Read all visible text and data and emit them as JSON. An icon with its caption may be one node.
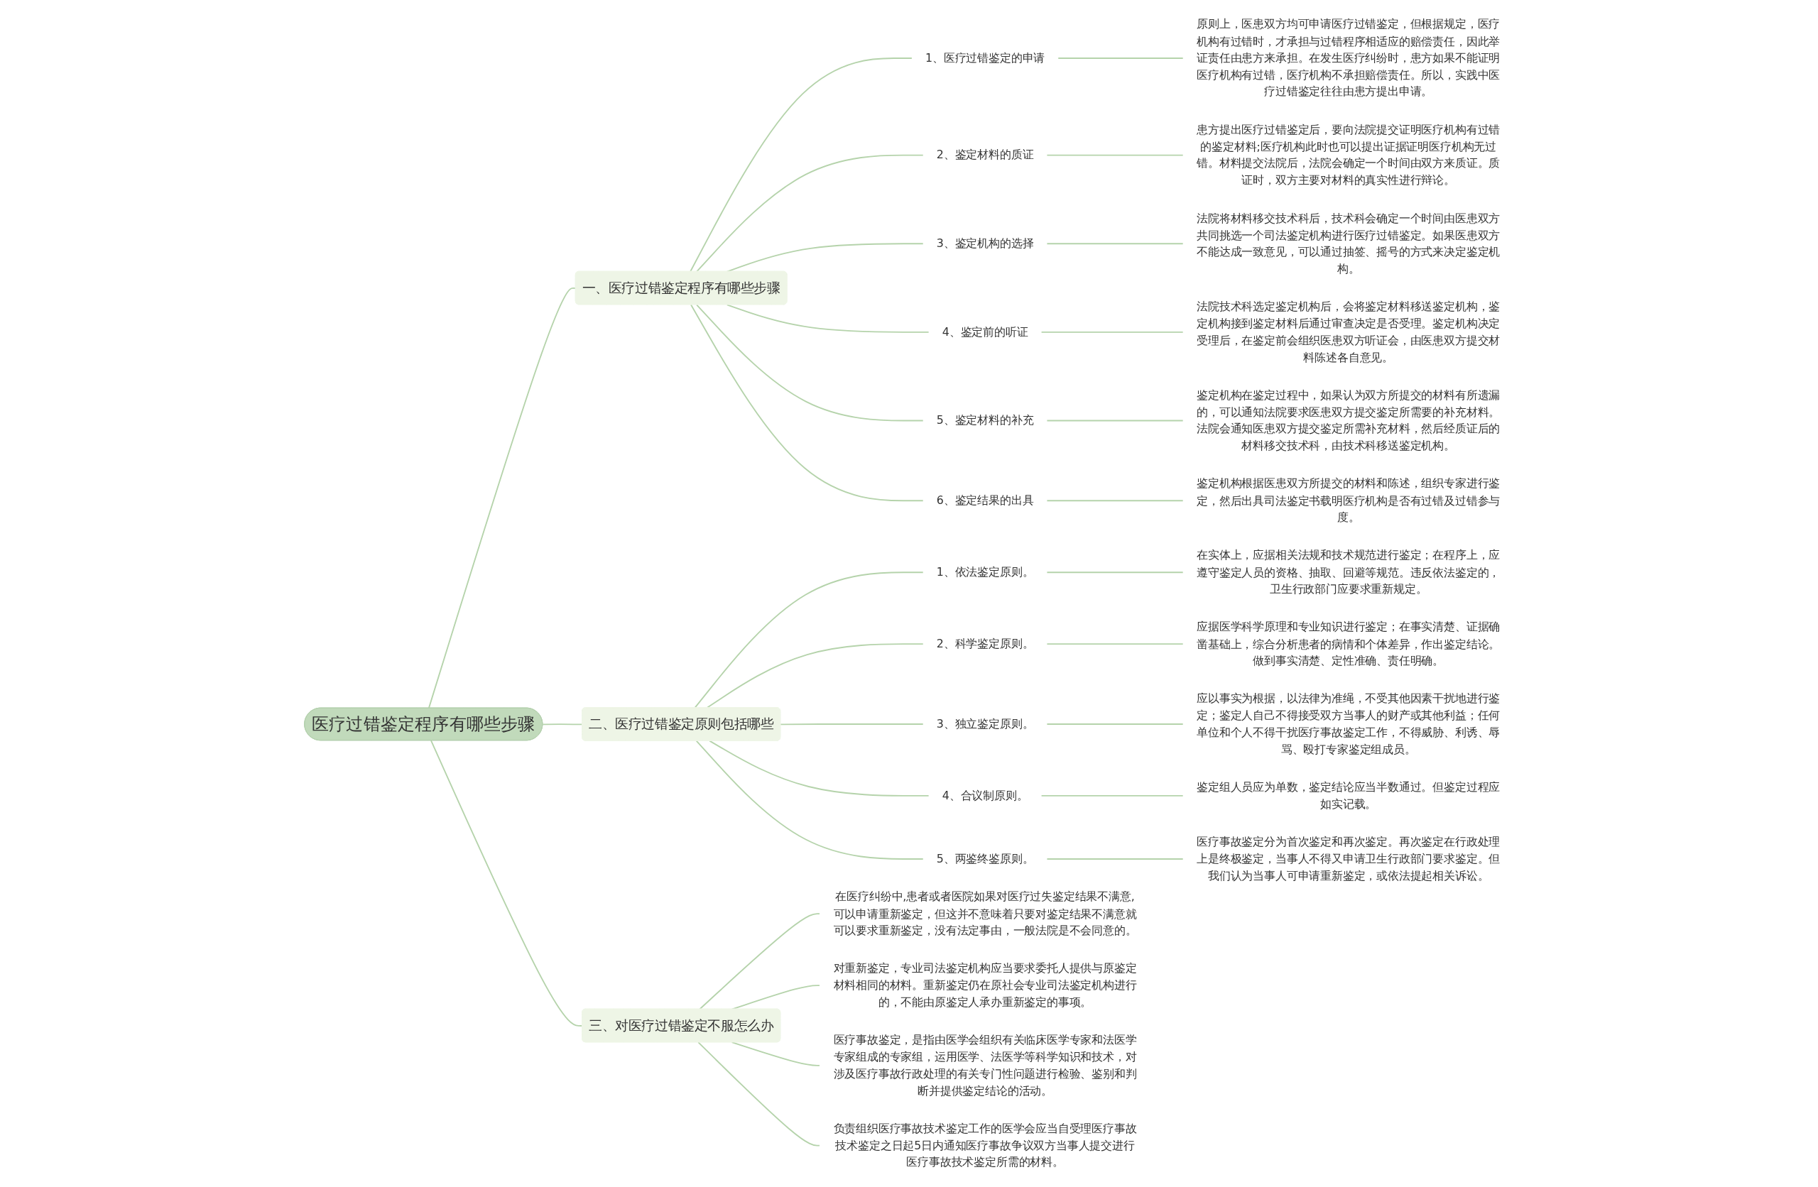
{
  "diagram": {
    "nodes": [
      {
        "text": [
          "医疗过错鉴定程序有哪些步骤"
        ]
      },
      {
        "text": [
          "一、医疗过错鉴定程序有哪些步骤"
        ]
      },
      {
        "text": [
          "1、医疗过错鉴定的申请"
        ]
      },
      {
        "text": [
          "原则上，医患双方均可申请医疗过错鉴定，但根据规定，医疗机构有过错时，才承担与过错程序相适应的赔偿责任，因此举证责任由患方来承担。在发生医疗纠纷时，患方如果不能证明医疗机构有过错，医疗机构不承担赔偿责任。所以，实践中医疗过错鉴定往往由患方提出申请。"
        ]
      },
      {
        "text": [
          "2、鉴定材料的质证"
        ]
      },
      {
        "text": [
          "患方提出医疗过错鉴定后，要向法院提交证明医疗机构有过错的鉴定材料;医疗机构此时也可以提出证据证明医疗机构无过错。材料提交法院后，法院会确定一个时间由双方来质证。质证时，双方主要对材料的真实性进行辩论。"
        ]
      },
      {
        "text": [
          "3、鉴定机构的选择"
        ]
      },
      {
        "text": [
          "法院将材料移交技术科后，技术科会确定一个时间由医患双方共同挑选一个司法鉴定机构进行医疗过错鉴定。如果医患双方不能达成一致意见，可以通过抽签、摇号的方式来决定鉴定机构。"
        ]
      },
      {
        "text": [
          "4、鉴定前的听证"
        ]
      },
      {
        "text": [
          "法院技术科选定鉴定机构后，会将鉴定材料移送鉴定机构，鉴定机构接到鉴定材料后通过审查决定是否受理。鉴定机构决定受理后，在鉴定前会组织医患双方听证会，由医患双方提交材料陈述各自意见。"
        ]
      },
      {
        "text": [
          "5、鉴定材料的补充"
        ]
      },
      {
        "text": [
          "鉴定机构在鉴定过程中，如果认为双方所提交的材料有所遗漏的，可以通知法院要求医患双方提交鉴定所需要的补充材料。法院会通知医患双方提交鉴定所需补充材料，然后经质证后的材料移交技术科，由技术科移送鉴定机构。"
        ]
      },
      {
        "text": [
          "6、鉴定结果的出具"
        ]
      },
      {
        "text": [
          "鉴定机构根据医患双方所提交的材料和陈述，组织专家进行鉴定，然后出具司法鉴定书载明医疗机构是否有过错及过错参与度。"
        ]
      },
      {
        "text": [
          "二、医疗过错鉴定原则包括哪些"
        ]
      },
      {
        "text": [
          "1、依法鉴定原则。"
        ]
      },
      {
        "text": [
          "在实体上，应据相关法规和技术规范进行鉴定；在程序上，应遵守鉴定人员的资格、抽取、回避等规范。违反依法鉴定的，卫生行政部门应要求重新规定。"
        ]
      },
      {
        "text": [
          "2、科学鉴定原则。"
        ]
      },
      {
        "text": [
          "应据医学科学原理和专业知识进行鉴定；在事实清楚、证据确凿基础上，综合分析患者的病情和个体差异，作出鉴定结论。做到事实清楚、定性准确、责任明确。"
        ]
      },
      {
        "text": [
          "3、独立鉴定原则。"
        ]
      },
      {
        "text": [
          "应以事实为根据，以法律为准绳，不受其他因素干扰地进行鉴定；鉴定人自己不得接受双方当事人的财产或其他利益；任何单位和个人不得干扰医疗事故鉴定工作，不得威胁、利诱、辱骂、殴打专家鉴定组成员。"
        ]
      },
      {
        "text": [
          "4、合议制原则。"
        ]
      },
      {
        "text": [
          "鉴定组人员应为单数，鉴定结论应当半数通过。但鉴定过程应如实记载。"
        ]
      },
      {
        "text": [
          "5、两鉴终鉴原则。"
        ]
      },
      {
        "text": [
          "医疗事故鉴定分为首次鉴定和再次鉴定。再次鉴定在行政处理上是终极鉴定，当事人不得又申请卫生行政部门要求鉴定。但我们认为当事人可申请重新鉴定，或依法提起相关诉讼。"
        ]
      },
      {
        "text": [
          "三、对医疗过错鉴定不服怎么办"
        ]
      },
      {
        "text": [
          "在医疗纠纷中,患者或者医院如果对医疗过失鉴定结果不满意,可以申请重新鉴定，但这并不意味着只要对鉴定结果不满意就可以要求重新鉴定，没有法定事由，一般法院是不会同意的。"
        ]
      },
      {
        "text": [
          "对重新鉴定，专业司法鉴定机构应当要求委托人提供与原鉴定材料相同的材料。重新鉴定仍在原社会专业司法鉴定机构进行的，不能由原鉴定人承办重新鉴定的事项。"
        ]
      },
      {
        "text": [
          "医疗事故鉴定，是指由医学会组织有关临床医学专家和法医学专家组成的专家组，运用医学、法医学等科学知识和技术，对涉及医疗事故行政处理的有关专门性问题进行检验、鉴别和判断并提供鉴定结论的活动。"
        ]
      },
      {
        "text": [
          "负责组织医疗事故技术鉴定工作的医学会应当自受理医疗事故技术鉴定之日起5日内通知医疗事故争议双方当事人提交进行医疗事故技术鉴定所需的材料。"
        ]
      }
    ],
    "edges": [
      {
        "from": 0,
        "to": 1,
        "arrow": "none"
      },
      {
        "from": 1,
        "to": 2,
        "arrow": "none"
      },
      {
        "from": 2,
        "to": 3,
        "arrow": "none"
      },
      {
        "from": 1,
        "to": 4,
        "arrow": "none"
      },
      {
        "from": 4,
        "to": 5,
        "arrow": "none"
      },
      {
        "from": 1,
        "to": 6,
        "arrow": "none"
      },
      {
        "from": 6,
        "to": 7,
        "arrow": "none"
      },
      {
        "from": 1,
        "to": 8,
        "arrow": "none"
      },
      {
        "from": 8,
        "to": 9,
        "arrow": "none"
      },
      {
        "from": 1,
        "to": 10,
        "arrow": "none"
      },
      {
        "from": 10,
        "to": 11,
        "arrow": "none"
      },
      {
        "from": 1,
        "to": 12,
        "arrow": "none"
      },
      {
        "from": 12,
        "to": 13,
        "arrow": "none"
      },
      {
        "from": 0,
        "to": 14,
        "arrow": "none"
      },
      {
        "from": 14,
        "to": 15,
        "arrow": "none"
      },
      {
        "from": 15,
        "to": 16,
        "arrow": "none"
      },
      {
        "from": 14,
        "to": 17,
        "arrow": "none"
      },
      {
        "from": 17,
        "to": 18,
        "arrow": "none"
      },
      {
        "from": 14,
        "to": 19,
        "arrow": "none"
      },
      {
        "from": 19,
        "to": 20,
        "arrow": "none"
      },
      {
        "from": 14,
        "to": 21,
        "arrow": "none"
      },
      {
        "from": 21,
        "to": 22,
        "arrow": "none"
      },
      {
        "from": 14,
        "to": 23,
        "arrow": "none"
      },
      {
        "from": 23,
        "to": 24,
        "arrow": "none"
      },
      {
        "from": 0,
        "to": 25,
        "arrow": "none"
      },
      {
        "from": 25,
        "to": 26,
        "arrow": "none"
      },
      {
        "from": 25,
        "to": 27,
        "arrow": "none"
      },
      {
        "from": 25,
        "to": 28,
        "arrow": "none"
      },
      {
        "from": 25,
        "to": 29,
        "arrow": "none"
      }
    ]
  }
}
